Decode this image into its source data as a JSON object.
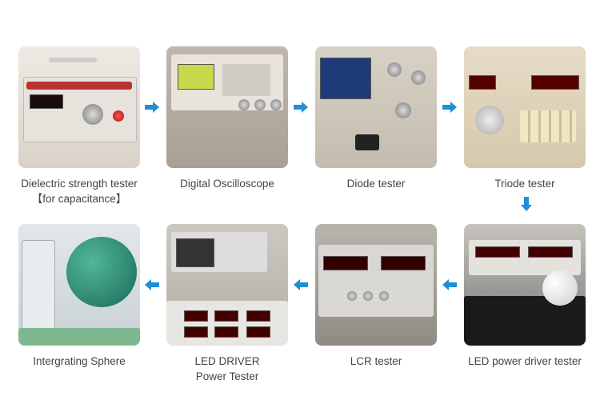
{
  "accent_color": "#1e8fd6",
  "steps": [
    {
      "label": "Dielectric strength tester",
      "label2": "【for capacitance】"
    },
    {
      "label": "Digital Oscilloscope"
    },
    {
      "label": "Diode tester"
    },
    {
      "label": "Triode tester"
    },
    {
      "label": "LED power driver tester"
    },
    {
      "label": "LCR tester"
    },
    {
      "label": "LED DRIVER",
      "label2": "Power Tester"
    },
    {
      "label": "Intergrating Sphere"
    }
  ],
  "arrows": [
    "right",
    "right",
    "right",
    "down",
    "left",
    "left",
    "left"
  ]
}
